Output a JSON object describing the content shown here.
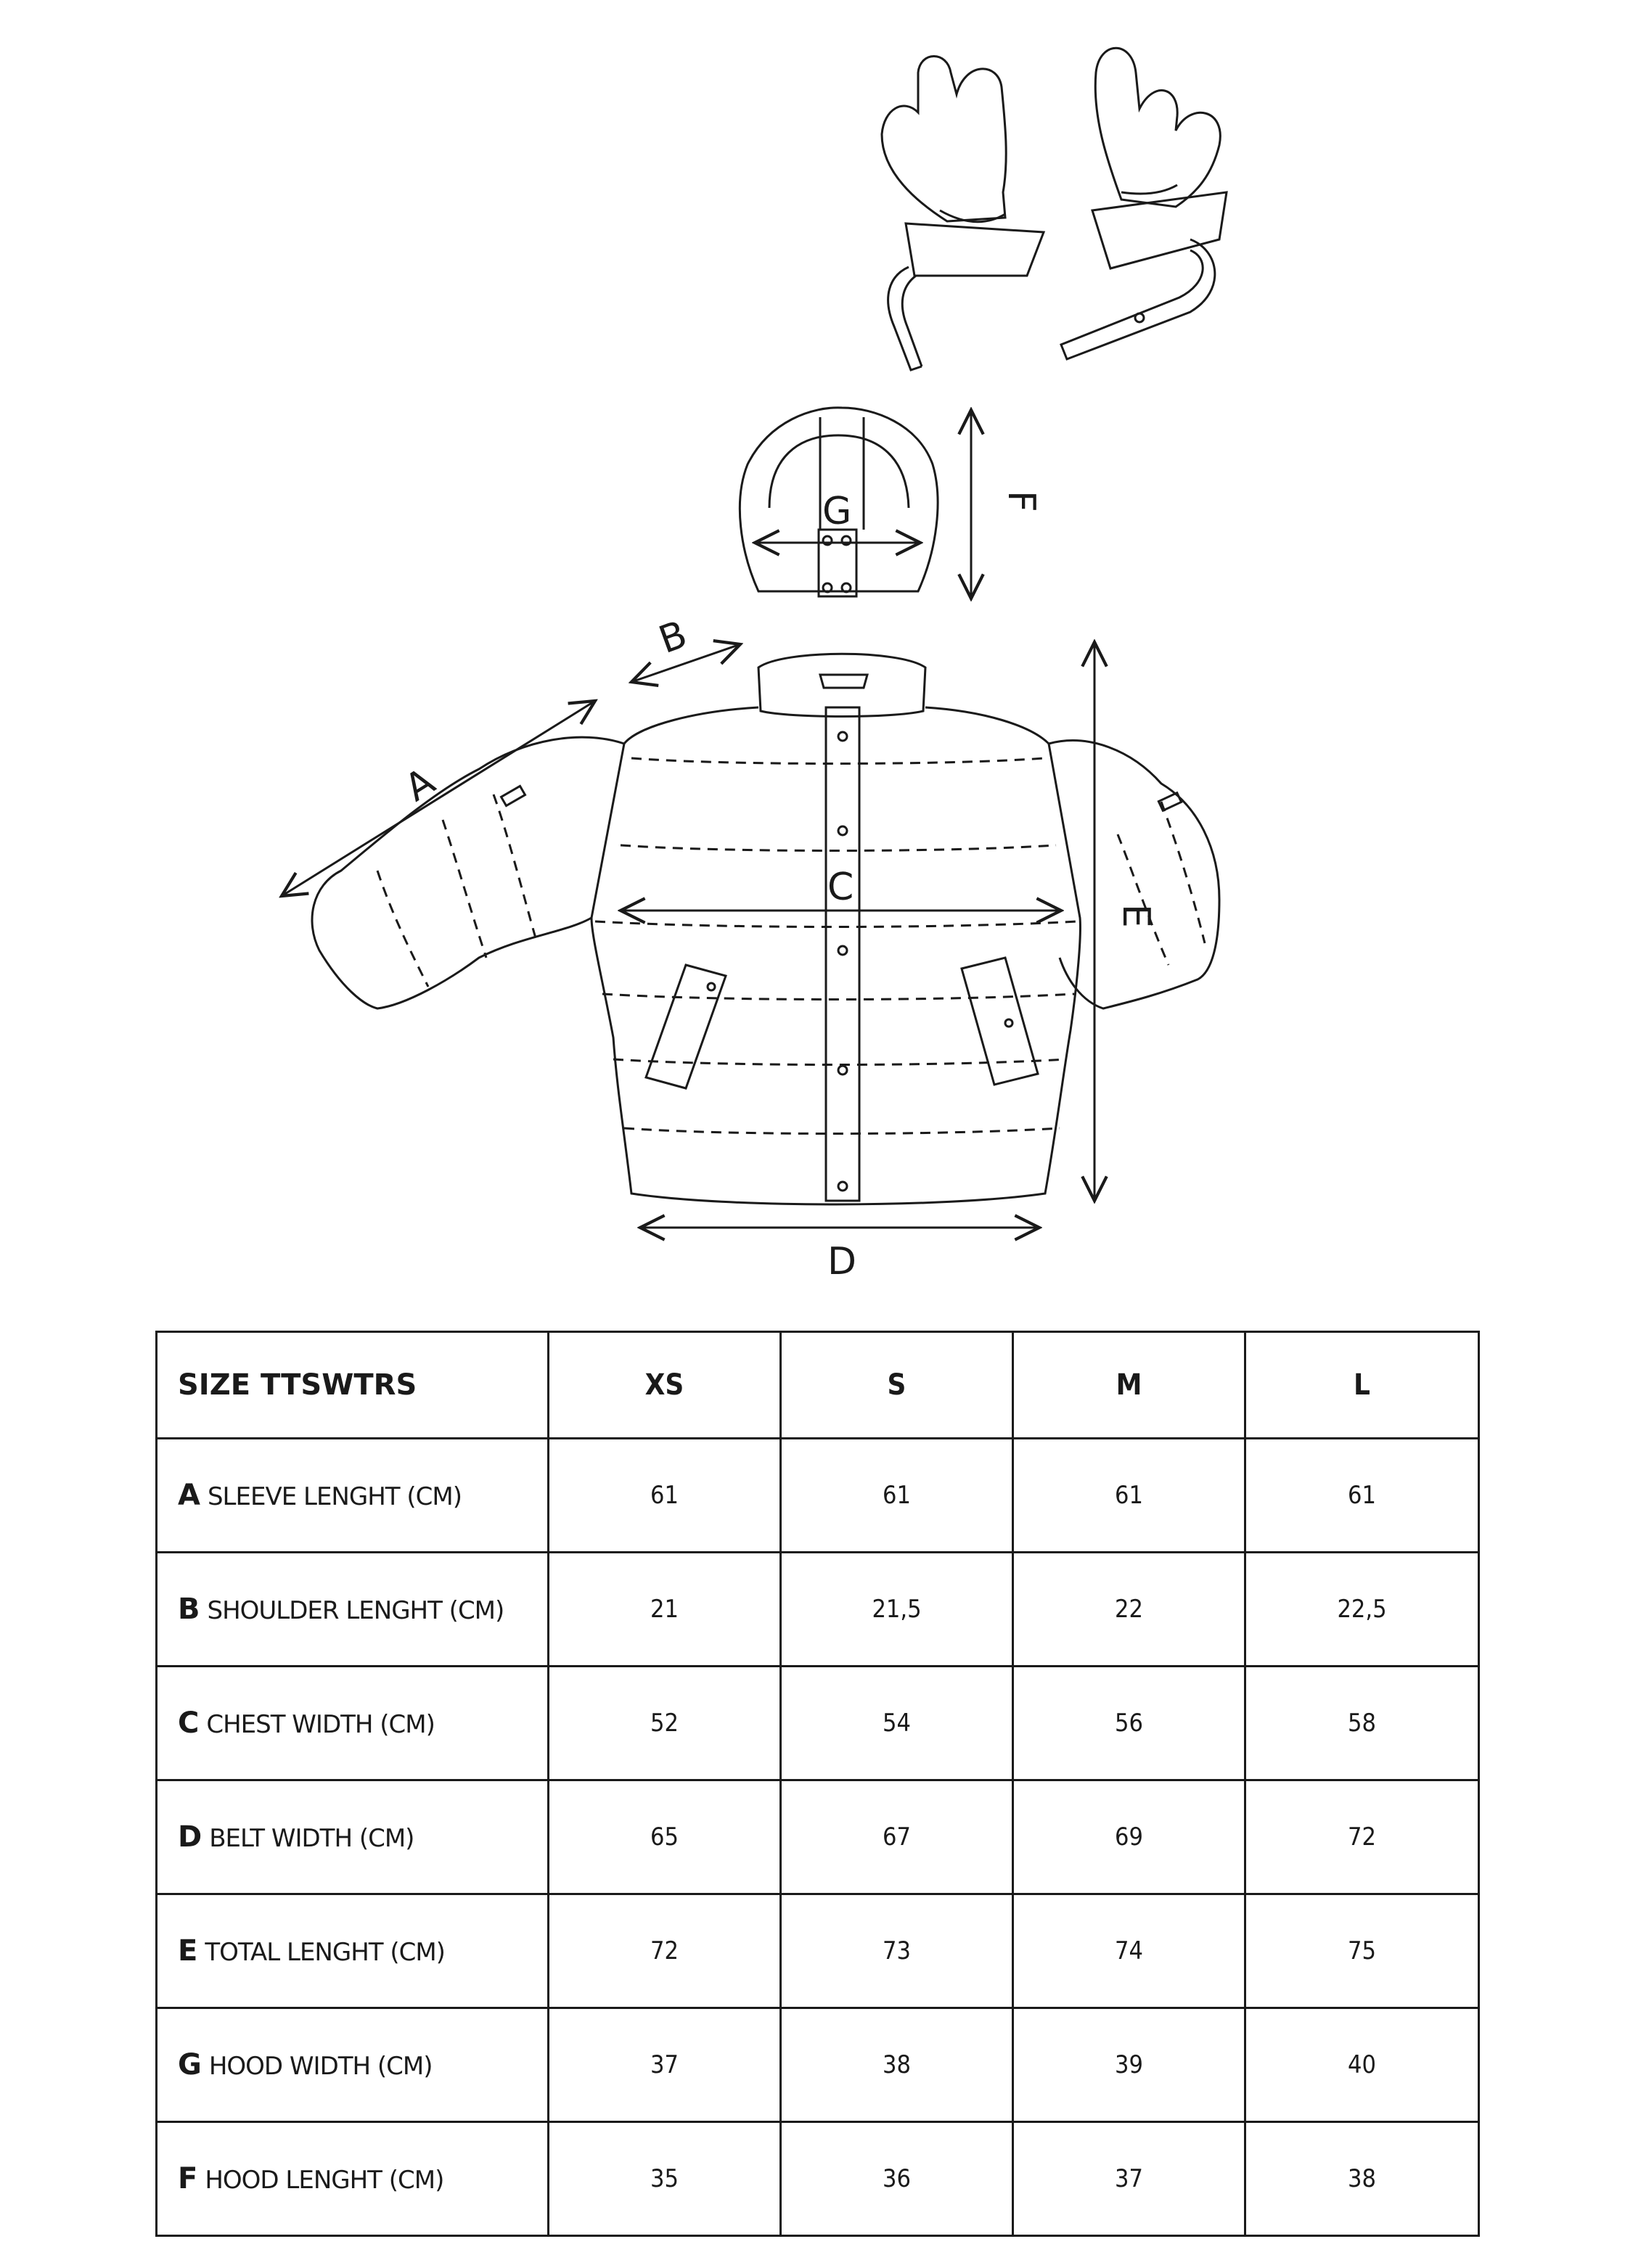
{
  "diagram": {
    "letters": {
      "a": "A",
      "b": "B",
      "c": "C",
      "d": "D",
      "e": "E",
      "f": "F",
      "g": "G"
    }
  },
  "table": {
    "header": {
      "title": "SIZE TTSWTRS",
      "sizes": [
        "XS",
        "S",
        "M",
        "L"
      ]
    },
    "rows": [
      {
        "letter": "A",
        "label": "SLEEVE LENGHT (CM)",
        "values": [
          "61",
          "61",
          "61",
          "61"
        ]
      },
      {
        "letter": "B",
        "label": "SHOULDER LENGHT (CM)",
        "values": [
          "21",
          "21,5",
          "22",
          "22,5"
        ]
      },
      {
        "letter": "C",
        "label": "CHEST WIDTH (CM)",
        "values": [
          "52",
          "54",
          "56",
          "58"
        ]
      },
      {
        "letter": "D",
        "label": "BELT WIDTH (CM)",
        "values": [
          "65",
          "67",
          "69",
          "72"
        ]
      },
      {
        "letter": "E",
        "label": "TOTAL LENGHT (CM)",
        "values": [
          "72",
          "73",
          "74",
          "75"
        ]
      },
      {
        "letter": "G",
        "label": "HOOD WIDTH (CM)",
        "values": [
          "37",
          "38",
          "39",
          "40"
        ]
      },
      {
        "letter": "F",
        "label": "HOOD LENGHT (CM)",
        "values": [
          "35",
          "36",
          "37",
          "38"
        ]
      }
    ]
  }
}
